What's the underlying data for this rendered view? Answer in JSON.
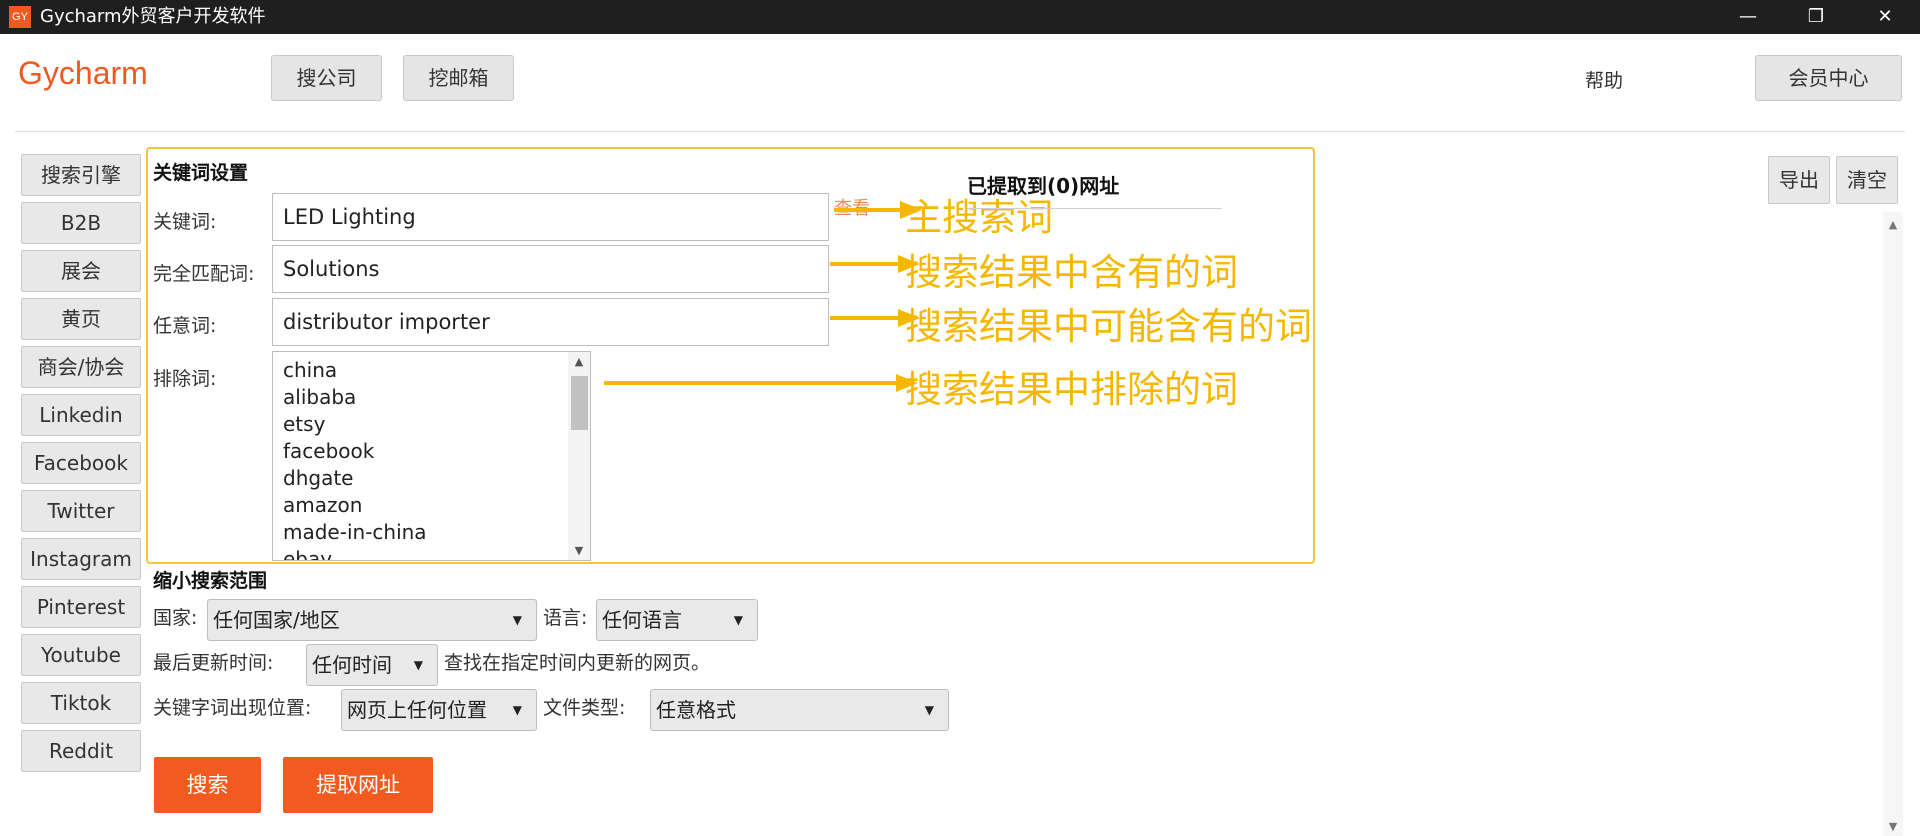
{
  "window": {
    "icon_text": "GY",
    "title": "Gycharm外贸客户开发软件",
    "minimize": "—",
    "restore": "❐",
    "close": "✕"
  },
  "header": {
    "brand": "Gycharm",
    "nav": [
      "搜公司",
      "挖邮箱"
    ],
    "help": "帮助",
    "member": "会员中心"
  },
  "sidebar": {
    "items": [
      "搜索引擎",
      "B2B",
      "展会",
      "黄页",
      "商会/协会",
      "Linkedin",
      "Facebook",
      "Twitter",
      "Instagram",
      "Pinterest",
      "Youtube",
      "Tiktok",
      "Reddit"
    ]
  },
  "keywords": {
    "title": "关键词设置",
    "keyword_label": "关键词:",
    "keyword_value": "LED Lighting",
    "view_link": "查看",
    "exact_label": "完全匹配词:",
    "exact_value": "Solutions",
    "any_label": "任意词:",
    "any_value": "distributor importer",
    "exclude_label": "排除词:",
    "exclude_list": [
      "china",
      "alibaba",
      "etsy",
      "facebook",
      "dhgate",
      "amazon",
      "made-in-china",
      "ebay"
    ]
  },
  "annotations": {
    "main": "主搜索词",
    "exact": "搜索结果中含有的词",
    "any": "搜索结果中可能含有的词",
    "exclude": "搜索结果中排除的词",
    "color": "#f5b700"
  },
  "results": {
    "extracted": "已提取到(0)网址",
    "export": "导出",
    "clear": "清空"
  },
  "narrow": {
    "title": "缩小搜索范围",
    "country_label": "国家:",
    "country_value": "任何国家/地区",
    "language_label": "语言:",
    "language_value": "任何语言",
    "update_label": "最后更新时间:",
    "update_value": "任何时间",
    "update_hint": "查找在指定时间内更新的网页。",
    "position_label": "关键字词出现位置:",
    "position_value": "网页上任何位置",
    "filetype_label": "文件类型:",
    "filetype_value": "任意格式"
  },
  "actions": {
    "search": "搜索",
    "extract": "提取网址"
  },
  "colors": {
    "accent": "#f05a22",
    "highlight_border": "#f5c43a"
  }
}
